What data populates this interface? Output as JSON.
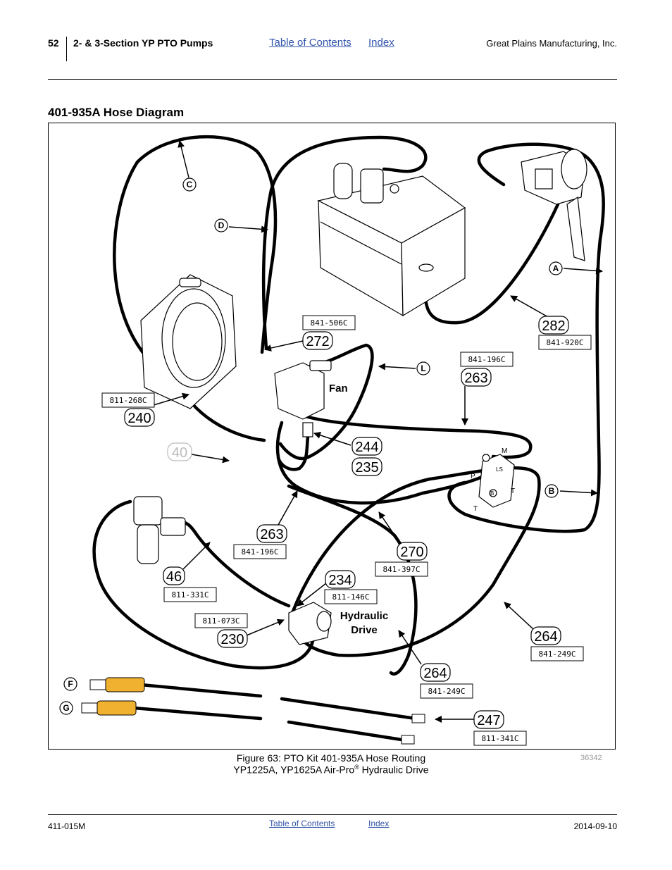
{
  "header": {
    "page_number": "52",
    "section_title": "2- & 3-Section YP PTO Pumps",
    "toc_link": "Table of Contents",
    "index_link": "Index",
    "company": "Great Plains Manufacturing, Inc."
  },
  "section_heading": "401-935A Hose Diagram",
  "diagram": {
    "callouts": {
      "c272": "272",
      "c282": "282",
      "c263a": "263",
      "c240": "240",
      "c40": "40",
      "c244": "244",
      "c235": "235",
      "c263b": "263",
      "c270": "270",
      "c46": "46",
      "c234": "234",
      "c230": "230",
      "c264a": "264",
      "c264b": "264",
      "c247": "247"
    },
    "parts": {
      "p506": "841-506C",
      "p920": "841-920C",
      "p196a": "841-196C",
      "p268": "811-268C",
      "p196b": "841-196C",
      "p397": "841-397C",
      "p331": "811-331C",
      "p146": "811-146C",
      "p073": "811-073C",
      "p249a": "841-249C",
      "p249b": "841-249C",
      "p341": "811-341C"
    },
    "letters": {
      "a": "A",
      "b": "B",
      "c": "C",
      "d": "D",
      "f": "F",
      "g": "G",
      "l": "L"
    },
    "labels": {
      "fan": "Fan",
      "hyd1": "Hydraulic",
      "hyd2": "Drive"
    },
    "valve_ports": {
      "m": "M",
      "ls": "LS",
      "p": "P",
      "t1": "T",
      "t2": "T",
      "b": "B"
    }
  },
  "caption": {
    "line1": "Figure 63: PTO Kit 401-935A Hose Routing",
    "line2_pre": "YP1225A, YP1625A Air-Pro",
    "line2_sup": "®",
    "line2_post": " Hydraulic Drive"
  },
  "image_ref": "36342",
  "footer": {
    "doc_number": "411-015M",
    "toc_link": "Table of Contents",
    "index_link": "Index",
    "date": "2014-09-10"
  }
}
